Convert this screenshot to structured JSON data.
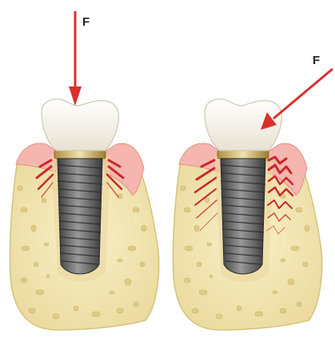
{
  "figure": {
    "panels": [
      {
        "id": "axial",
        "force_label": "F",
        "load": "axial"
      },
      {
        "id": "oblique",
        "force_label": "F",
        "load": "oblique"
      }
    ]
  },
  "colors": {
    "arrow": "#d9302c",
    "bone": "#f3e8b8",
    "bone_pore": "#e3cf8c",
    "gum": "#f4b6ae",
    "crown": "#f7f3ea",
    "implant": "#6e6e6e",
    "stress": "#c8282a"
  }
}
